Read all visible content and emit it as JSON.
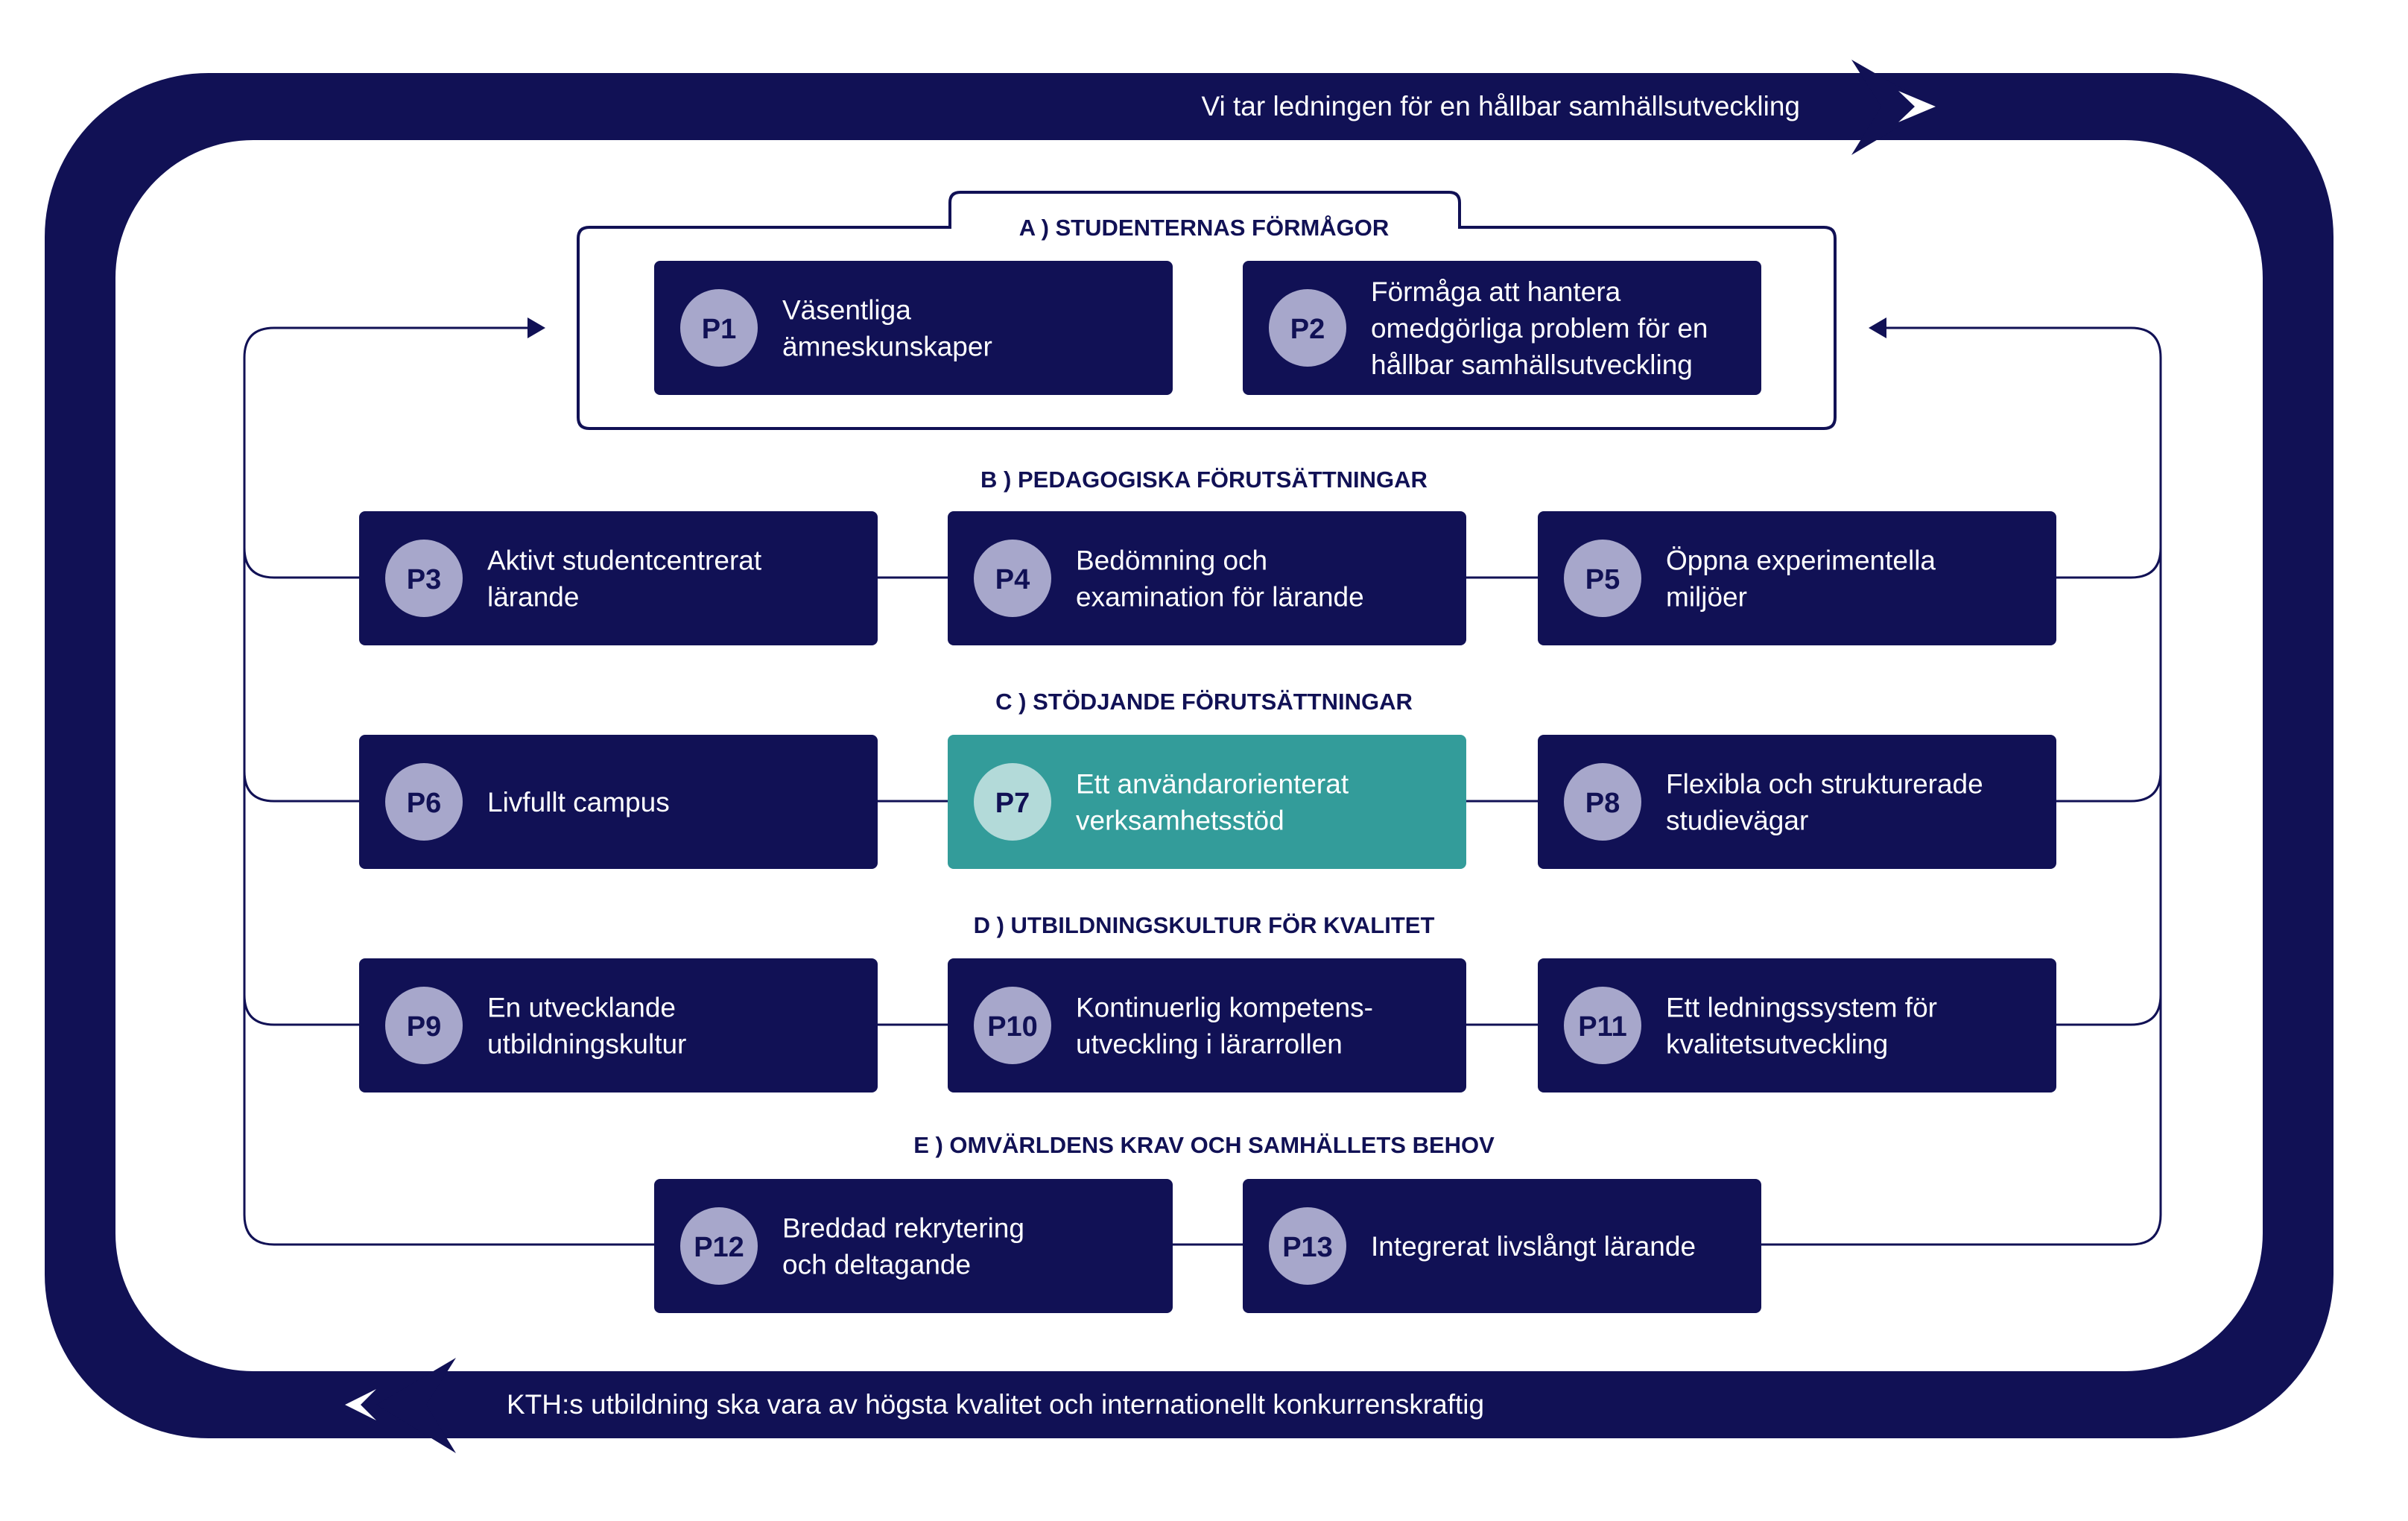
{
  "colors": {
    "navy": "#111155",
    "white": "#ffffff",
    "badge": "#a7a7cb",
    "badge_text": "#111155",
    "highlight": "#339c9a",
    "highlight_badge": "#b3dad9"
  },
  "banner_top": "Vi tar ledningen för en hållbar samhällsutveckling",
  "banner_bottom": "KTH:s utbildning ska vara av högsta kvalitet och internationellt konkurrenskraftig",
  "sections": [
    {
      "id": "A",
      "title": "A ) STUDENTERNAS FÖRMÅGOR"
    },
    {
      "id": "B",
      "title": "B ) PEDAGOGISKA FÖRUTSÄTTNINGAR"
    },
    {
      "id": "C",
      "title": "C ) STÖDJANDE FÖRUTSÄTTNINGAR"
    },
    {
      "id": "D",
      "title": "D ) UTBILDNINGSKULTUR FÖR KVALITET"
    },
    {
      "id": "E",
      "title": "E ) OMVÄRLDENS KRAV OCH SAMHÄLLETS BEHOV"
    }
  ],
  "principles": [
    {
      "code": "P1",
      "section": "A",
      "lines": [
        "Väsentliga",
        "ämneskunskaper"
      ]
    },
    {
      "code": "P2",
      "section": "A",
      "lines": [
        "Förmåga att hantera",
        "omedgörliga problem för en",
        "hållbar samhällsutveckling"
      ]
    },
    {
      "code": "P3",
      "section": "B",
      "lines": [
        "Aktivt studentcentrerat",
        "lärande"
      ]
    },
    {
      "code": "P4",
      "section": "B",
      "lines": [
        "Bedömning och",
        "examination för lärande"
      ]
    },
    {
      "code": "P5",
      "section": "B",
      "lines": [
        "Öppna experimentella",
        "miljöer"
      ]
    },
    {
      "code": "P6",
      "section": "C",
      "lines": [
        "Livfullt campus"
      ]
    },
    {
      "code": "P7",
      "section": "C",
      "lines": [
        "Ett användarorienterat",
        "verksamhetsstöd"
      ],
      "highlight": true
    },
    {
      "code": "P8",
      "section": "C",
      "lines": [
        "Flexibla och strukturerade",
        "studievägar"
      ]
    },
    {
      "code": "P9",
      "section": "D",
      "lines": [
        "En utvecklande",
        "utbildningskultur"
      ]
    },
    {
      "code": "P10",
      "section": "D",
      "lines": [
        "Kontinuerlig kompetens-",
        "utveckling i lärarrollen"
      ]
    },
    {
      "code": "P11",
      "section": "D",
      "lines": [
        "Ett ledningssystem för",
        "kvalitetsutveckling"
      ]
    },
    {
      "code": "P12",
      "section": "E",
      "lines": [
        "Breddad rekrytering",
        "och deltagande"
      ]
    },
    {
      "code": "P13",
      "section": "E",
      "lines": [
        "Integrerat livslångt lärande"
      ]
    }
  ]
}
